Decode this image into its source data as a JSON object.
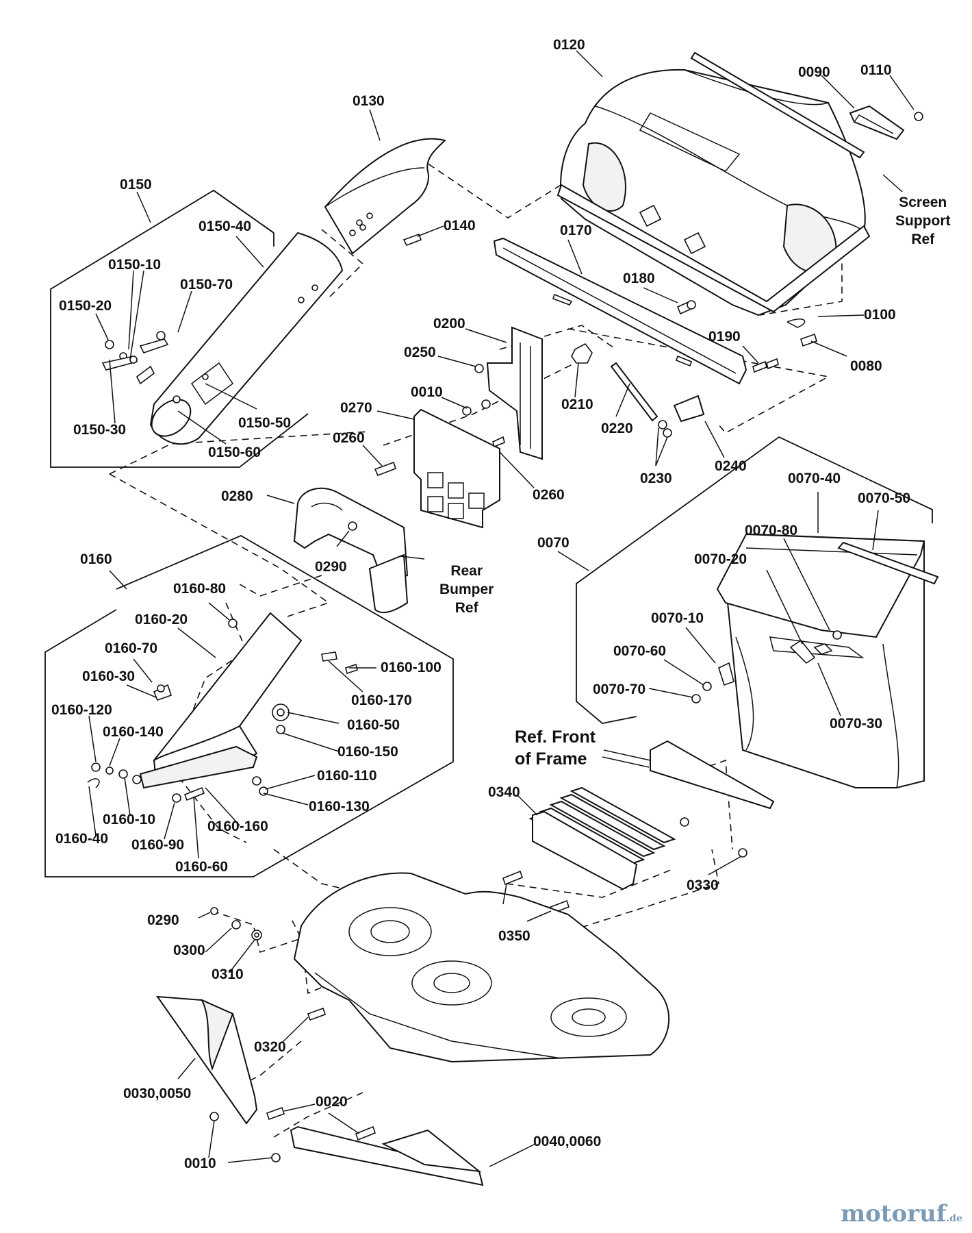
{
  "labels": {
    "l0120": "0120",
    "l0090": "0090",
    "l0110": "0110",
    "l0130": "0130",
    "screen": "Screen\nSupport\nRef",
    "l0150": "0150",
    "l0150_40": "0150-40",
    "l0140": "0140",
    "l0170": "0170",
    "l0150_10": "0150-10",
    "l0150_70": "0150-70",
    "l0150_20": "0150-20",
    "l0180": "0180",
    "l0100": "0100",
    "l0200": "0200",
    "l0190": "0190",
    "l0250": "0250",
    "l0080": "0080",
    "l0010a": "0010",
    "l0210": "0210",
    "l0150_50": "0150-50",
    "l0270": "0270",
    "l0220": "0220",
    "l0150_30": "0150-30",
    "l0260a": "0260",
    "l0150_60": "0150-60",
    "l0240": "0240",
    "l0230": "0230",
    "l0070_40": "0070-40",
    "l0070_50": "0070-50",
    "l0280": "0280",
    "l0260b": "0260",
    "l0070_80": "0070-80",
    "l0070": "0070",
    "l0160": "0160",
    "rear": "Rear\nBumper\nRef",
    "l0290a": "0290",
    "l0070_20": "0070-20",
    "l0160_80": "0160-80",
    "l0070_10": "0070-10",
    "l0160_20": "0160-20",
    "l0070_60": "0070-60",
    "l0160_70": "0160-70",
    "l0160_100": "0160-100",
    "l0160_30": "0160-30",
    "l0070_70": "0070-70",
    "l0160_170": "0160-170",
    "l0160_120": "0160-120",
    "l0070_30": "0070-30",
    "l0160_140": "0160-140",
    "l0160_50": "0160-50",
    "reffront": "Ref. Front\nof Frame",
    "l0160_150": "0160-150",
    "l0160_110": "0160-110",
    "l0340": "0340",
    "l0160_130": "0160-130",
    "l0160_10": "0160-10",
    "l0160_160": "0160-160",
    "l0160_40": "0160-40",
    "l0160_90": "0160-90",
    "l0160_60": "0160-60",
    "l0330": "0330",
    "l0290b": "0290",
    "l0300": "0300",
    "l0350": "0350",
    "l0310": "0310",
    "l0320": "0320",
    "l0030_0050": "0030,0050",
    "l0020": "0020",
    "l0040_0060": "0040,0060",
    "l0010b": "0010"
  },
  "watermark": {
    "brand": "motoruf",
    "suffix": ".de"
  }
}
